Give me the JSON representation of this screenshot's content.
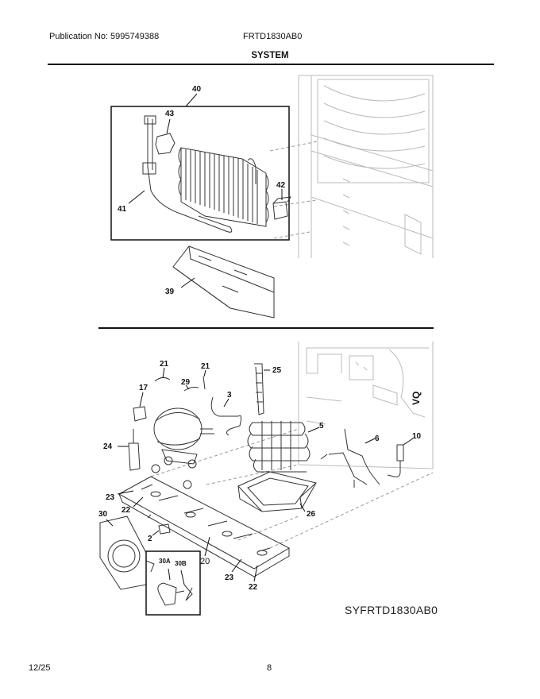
{
  "header": {
    "publication": "Publication No: 5995749388",
    "model": "FRTD1830AB0"
  },
  "section_title": "SYSTEM",
  "callouts": {
    "c40": "40",
    "c43": "43",
    "c42": "42",
    "c41": "41",
    "c39": "39",
    "c21a": "21",
    "c21b": "21",
    "c29": "29",
    "c25": "25",
    "c17": "17",
    "c3": "3",
    "c5": "5",
    "c6": "6",
    "c10": "10",
    "c24": "24",
    "c23a": "23",
    "c22a": "22",
    "c26": "26",
    "c30": "30",
    "c2": "2",
    "c20": "20",
    "c30a": "30A",
    "c30b": "30B",
    "c23b": "23",
    "c22b": "22"
  },
  "cabinet_label": "VQ",
  "diagram_code": "SYFRTD1830AB0",
  "footer": {
    "date": "12/25",
    "page": "8"
  }
}
